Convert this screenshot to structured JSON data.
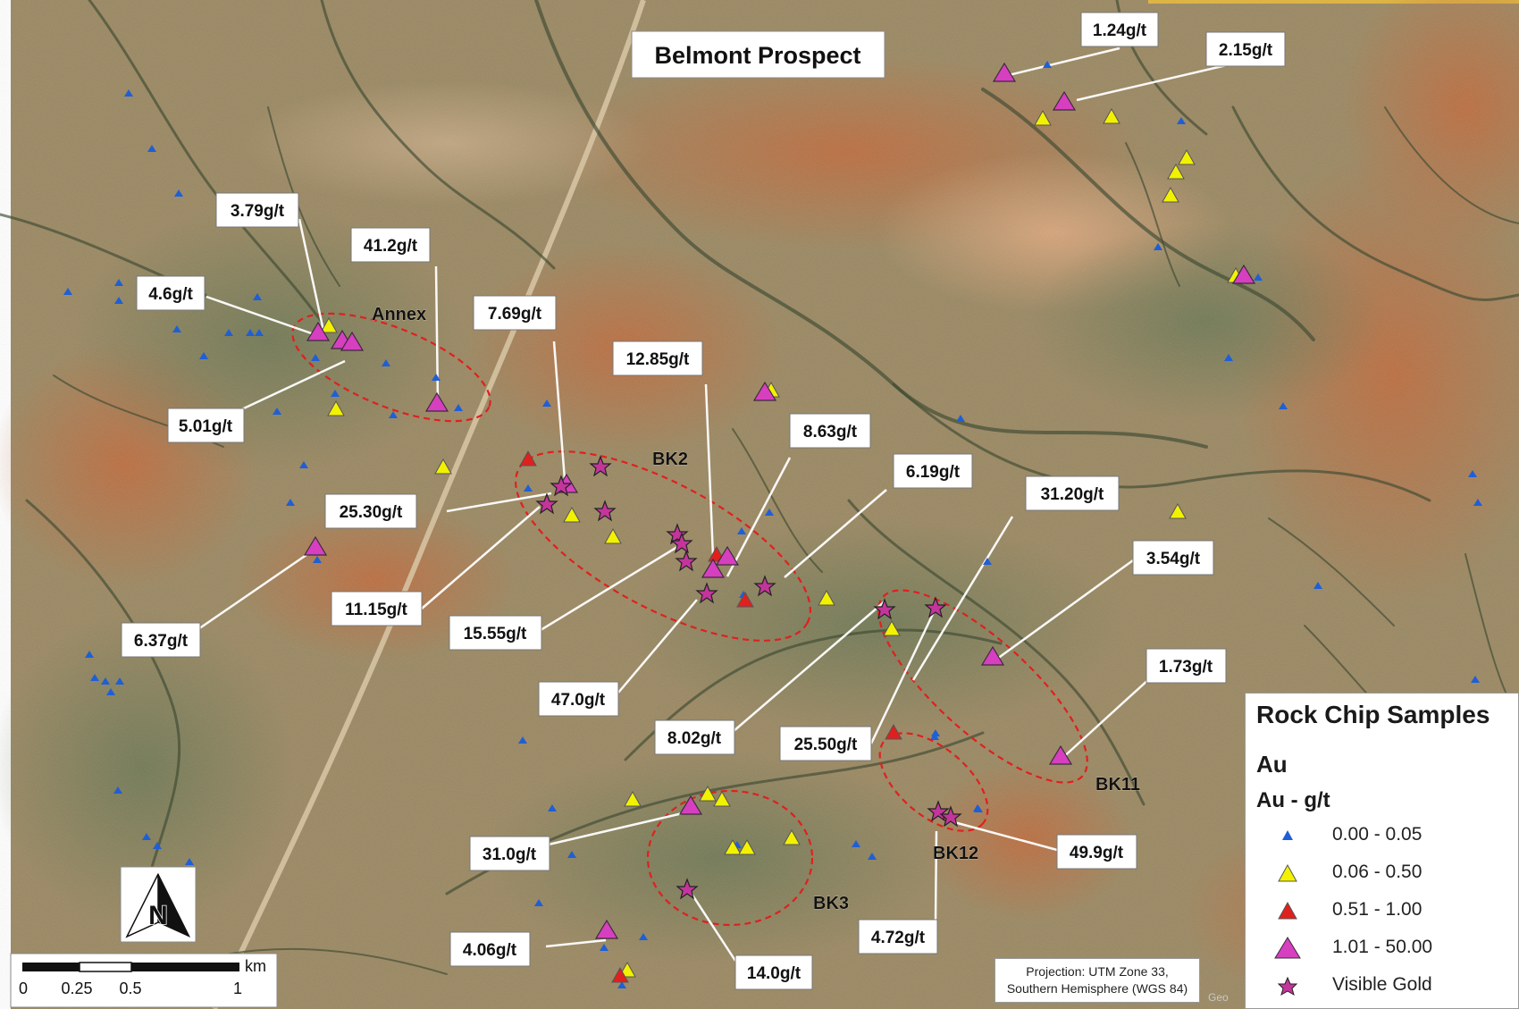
{
  "map": {
    "title": "Belmont Prospect",
    "colors": {
      "terrain_base": "#9a8760",
      "terrain_red": "#b3683e",
      "terrain_green": "#6b7350",
      "drainage": "#3e4a33",
      "anomaly_outline": "#e0201e",
      "callout_line": "#ffffff"
    },
    "zones": [
      {
        "label": "Annex"
      },
      {
        "label": "BK2"
      },
      {
        "label": "BK11"
      },
      {
        "label": "BK12"
      },
      {
        "label": "BK3"
      }
    ],
    "grade_callouts": [
      "1.24g/t",
      "2.15g/t",
      "3.79g/t",
      "41.2g/t",
      "4.6g/t",
      "7.69g/t",
      "12.85g/t",
      "5.01g/t",
      "8.63g/t",
      "6.19g/t",
      "25.30g/t",
      "31.20g/t",
      "3.54g/t",
      "11.15g/t",
      "6.37g/t",
      "15.55g/t",
      "1.73g/t",
      "47.0g/t",
      "8.02g/t",
      "25.50g/t",
      "31.0g/t",
      "49.9g/t",
      "4.72g/t",
      "4.06g/t",
      "14.0g/t"
    ]
  },
  "legend": {
    "title": "Rock Chip Samples",
    "element": "Au",
    "unit": "Au - g/t",
    "items": [
      {
        "label": "0.00 - 0.05",
        "symbol": "small-triangle",
        "color": "#1f5fd6"
      },
      {
        "label": "0.06 - 0.50",
        "symbol": "triangle",
        "color": "#f2f200"
      },
      {
        "label": "0.51 - 1.00",
        "symbol": "triangle",
        "color": "#e0201e"
      },
      {
        "label": "1.01 - 50.00",
        "symbol": "large-triangle",
        "color": "#d63fbf"
      },
      {
        "label": "Visible Gold",
        "symbol": "star",
        "color": "#c4359c"
      }
    ]
  },
  "scale_bar": {
    "unit": "km",
    "ticks": [
      "0",
      "0.25",
      "0.5",
      "1"
    ]
  },
  "north_arrow": {
    "letter": "N"
  },
  "projection": {
    "line1": "Projection: UTM Zone 33,",
    "line2": "Southern Hemisphere (WGS 84)"
  },
  "attribution": "Geo"
}
